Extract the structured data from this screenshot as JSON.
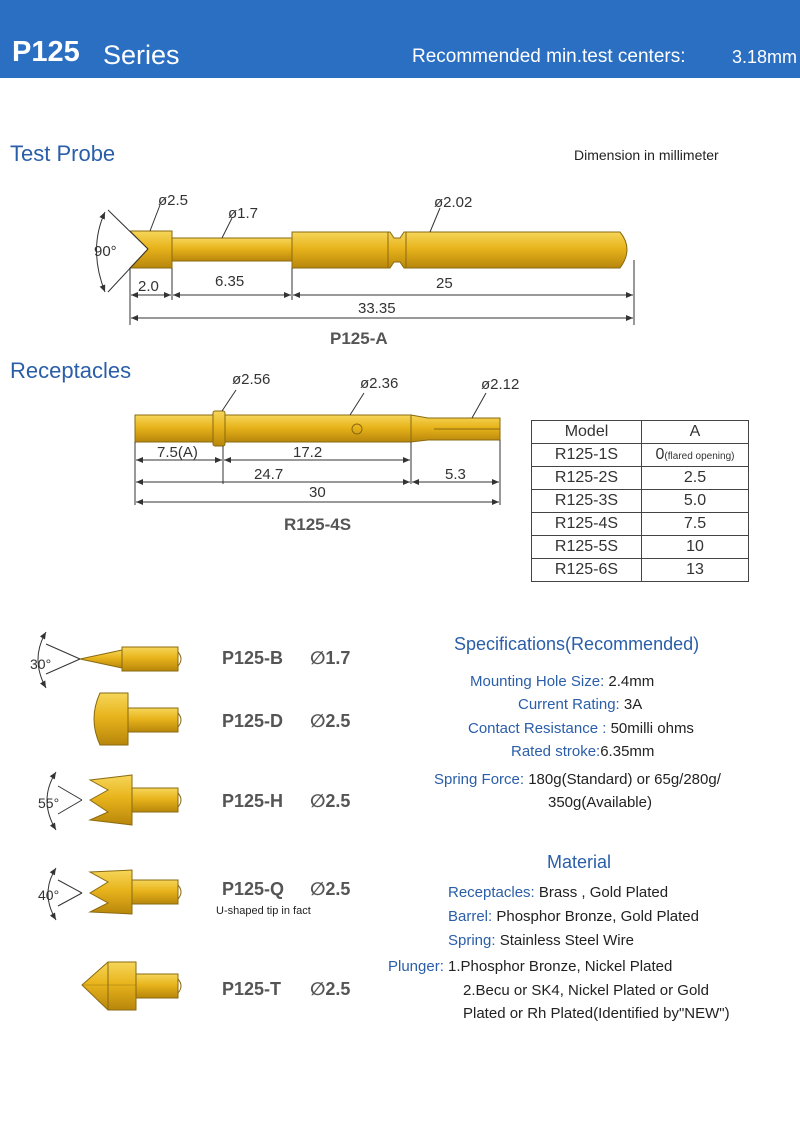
{
  "header": {
    "title": "P125",
    "series": "Series",
    "recommended_label": "Recommended min.test centers:",
    "recommended_value": "3.18mm"
  },
  "test_probe": {
    "title": "Test Probe",
    "units_note": "Dimension in millimeter",
    "dims": {
      "head_diameter": "ø2.5",
      "neck_diameter": "ø1.7",
      "body_diameter": "ø2.02",
      "angle": "90°",
      "head_length": "2.0",
      "neck_length": "6.35",
      "body_length": "25",
      "total_length": "33.35"
    },
    "model": "P125-A"
  },
  "receptacles": {
    "title": "Receptacles",
    "dims": {
      "collar_diameter": "ø2.56",
      "body_diameter": "ø2.36",
      "tail_diameter": "ø2.12",
      "a_length": "7.5(A)",
      "mid_length": "17.2",
      "body_length": "24.7",
      "tail_length": "5.3",
      "total_length": "30"
    },
    "model": "R125-4S",
    "table": {
      "headers": [
        "Model",
        "A"
      ],
      "rows": [
        {
          "model": "R125-1S",
          "a": "0",
          "note": "(flared opening)"
        },
        {
          "model": "R125-2S",
          "a": "2.5",
          "note": ""
        },
        {
          "model": "R125-3S",
          "a": "5.0",
          "note": ""
        },
        {
          "model": "R125-4S",
          "a": "7.5",
          "note": ""
        },
        {
          "model": "R125-5S",
          "a": "10",
          "note": ""
        },
        {
          "model": "R125-6S",
          "a": "13",
          "note": ""
        }
      ]
    }
  },
  "variants": [
    {
      "name": "P125-B",
      "dia": "∅1.7",
      "angle": "30°",
      "note": ""
    },
    {
      "name": "P125-D",
      "dia": "∅2.5",
      "angle": "",
      "note": ""
    },
    {
      "name": "P125-H",
      "dia": "∅2.5",
      "angle": "55°",
      "note": ""
    },
    {
      "name": "P125-Q",
      "dia": "∅2.5",
      "angle": "40°",
      "note": "U-shaped tip in fact"
    },
    {
      "name": "P125-T",
      "dia": "∅2.5",
      "angle": "",
      "note": ""
    }
  ],
  "specifications": {
    "title": "Specifications(Recommended)",
    "mounting_key": "Mounting Hole Size:",
    "mounting_val": "2.4mm",
    "current_key": "Current Rating:",
    "current_val": "3A",
    "contact_key": "Contact Resistance :",
    "contact_val": "50milli ohms",
    "stroke_key": "Rated stroke:",
    "stroke_val": "6.35mm",
    "spring_key": "Spring Force:",
    "spring_val_1": "180g(Standard) or 65g/280g/",
    "spring_val_2": "350g(Available)"
  },
  "material": {
    "title": "Material",
    "receptacles_key": "Receptacles:",
    "receptacles_val": "Brass , Gold Plated",
    "barrel_key": "Barrel:",
    "barrel_val": "Phosphor Bronze, Gold Plated",
    "spring_key": "Spring:",
    "spring_val": "Stainless Steel Wire",
    "plunger_key": "Plunger:",
    "plunger_val_1": "1.Phosphor Bronze, Nickel Plated",
    "plunger_val_2": "2.Becu or SK4, Nickel Plated or Gold",
    "plunger_val_3": "Plated or Rh Plated(Identified by\"NEW\")"
  },
  "colors": {
    "header_blue": "#2a6fc2",
    "heading_blue": "#2a5ea8",
    "gold": "#e8b41c",
    "gold_dark": "#b8860b"
  }
}
